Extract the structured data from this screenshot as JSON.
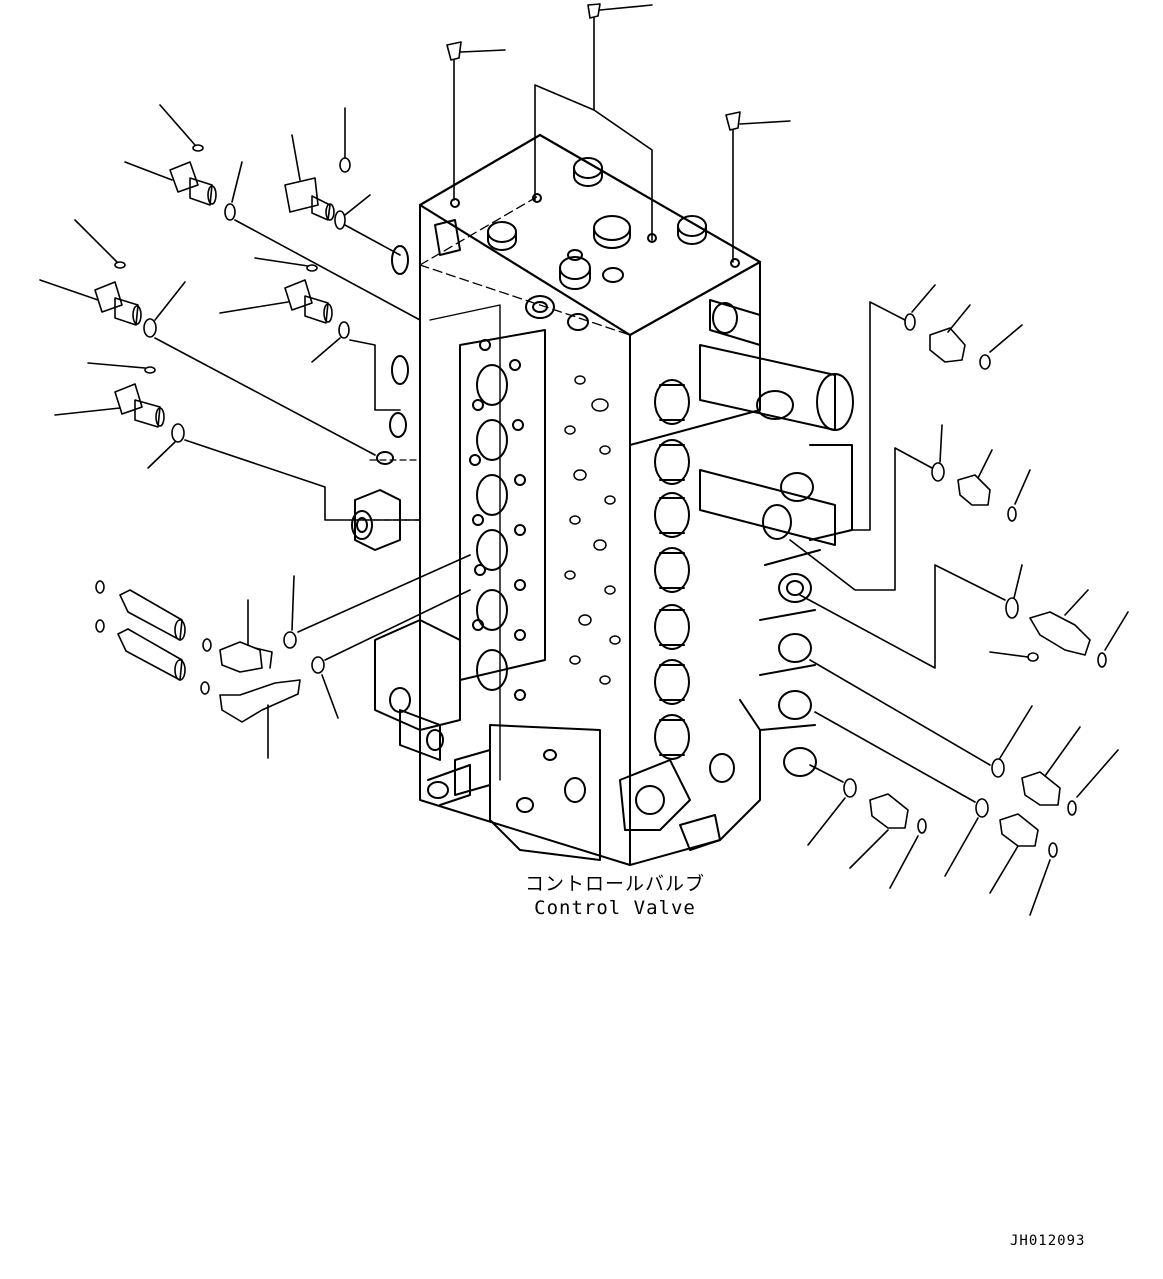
{
  "figure": {
    "caption_jp": "コントロールバルブ",
    "caption_en": "Control Valve",
    "drawing_code": "JH012093"
  },
  "colors": {
    "ink": "#000000",
    "paper": "#ffffff"
  },
  "icons": [
    "control-valve-body",
    "plug-icon",
    "o-ring-icon",
    "elbow-fitting-icon",
    "straight-connector-icon",
    "tee-fitting-icon",
    "leader-line"
  ]
}
